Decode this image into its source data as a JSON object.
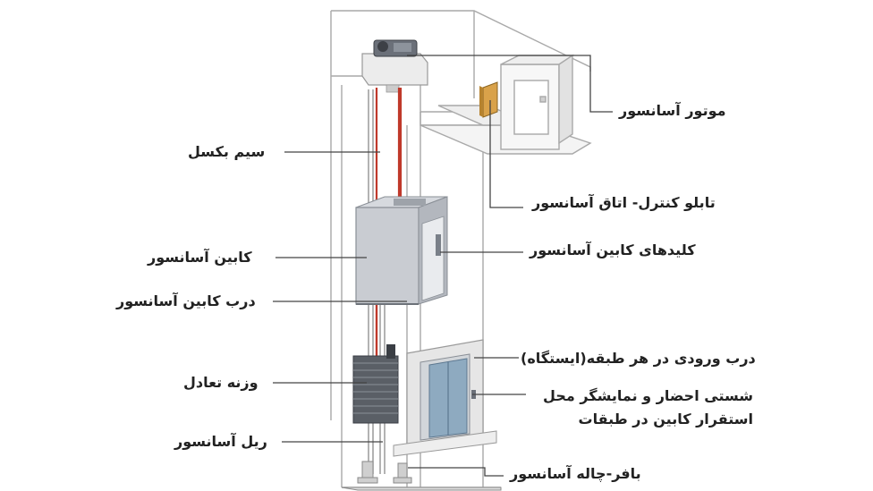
{
  "labels": {
    "motor": "موتور آسانسور",
    "control_panel": "تابلو کنترل- اتاق آسانسور",
    "cabin_buttons": "کلیدهای کابین آسانسور",
    "entry_door": "درب ورودی در هر طبقه(ایستگاه)",
    "presence_indicator": "شستی احضار و نمایشگر محل استقرار کابین در طبقات",
    "buffer_pit": "بافر-چاله آسانسور",
    "steel_cable": "سیم بکسل",
    "cabin": "کابین آسانسور",
    "cabin_door": "درب کابین آسانسور",
    "counterweight": "وزنه تعادل",
    "rail": "ریل آسانسور"
  },
  "colors": {
    "cable": "#c0392b",
    "shaft_line": "#a9a9a9",
    "cabin_fill": "#c9ccd2",
    "door_blue": "#8eaac0",
    "weight_fill": "#5a5f66",
    "text": "#222222"
  }
}
